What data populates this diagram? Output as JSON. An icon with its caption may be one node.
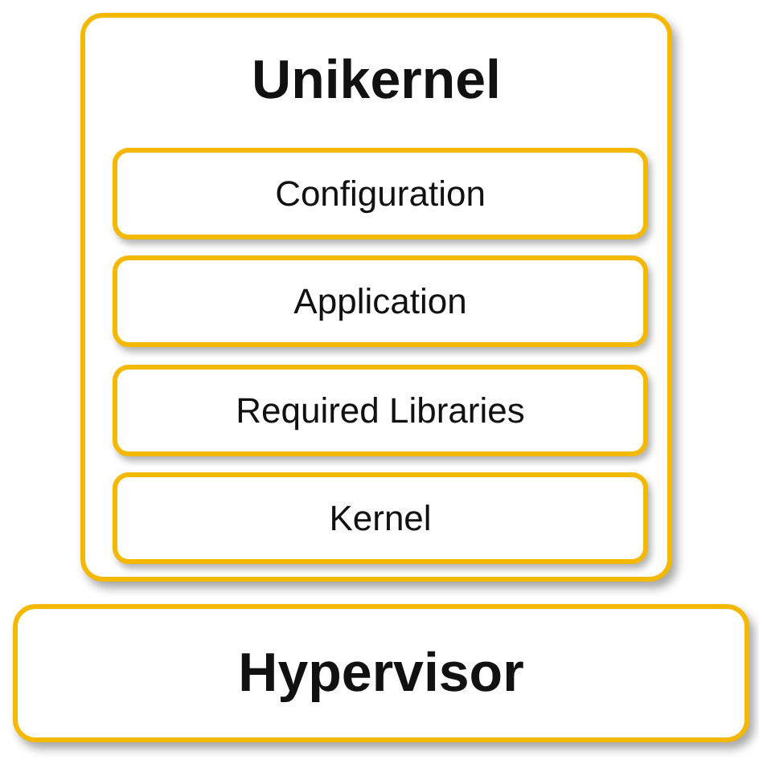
{
  "diagram": {
    "nodes": [
      {
        "text": [
          "Unikernel"
        ]
      },
      {
        "text": [
          "Configuration"
        ],
        "in": 0
      },
      {
        "text": [
          "Application"
        ],
        "in": 0
      },
      {
        "text": [
          "Required Libraries"
        ],
        "in": 0
      },
      {
        "text": [
          "Kernel"
        ],
        "in": 0
      },
      {
        "text": [
          "Hypervisor"
        ]
      }
    ]
  }
}
